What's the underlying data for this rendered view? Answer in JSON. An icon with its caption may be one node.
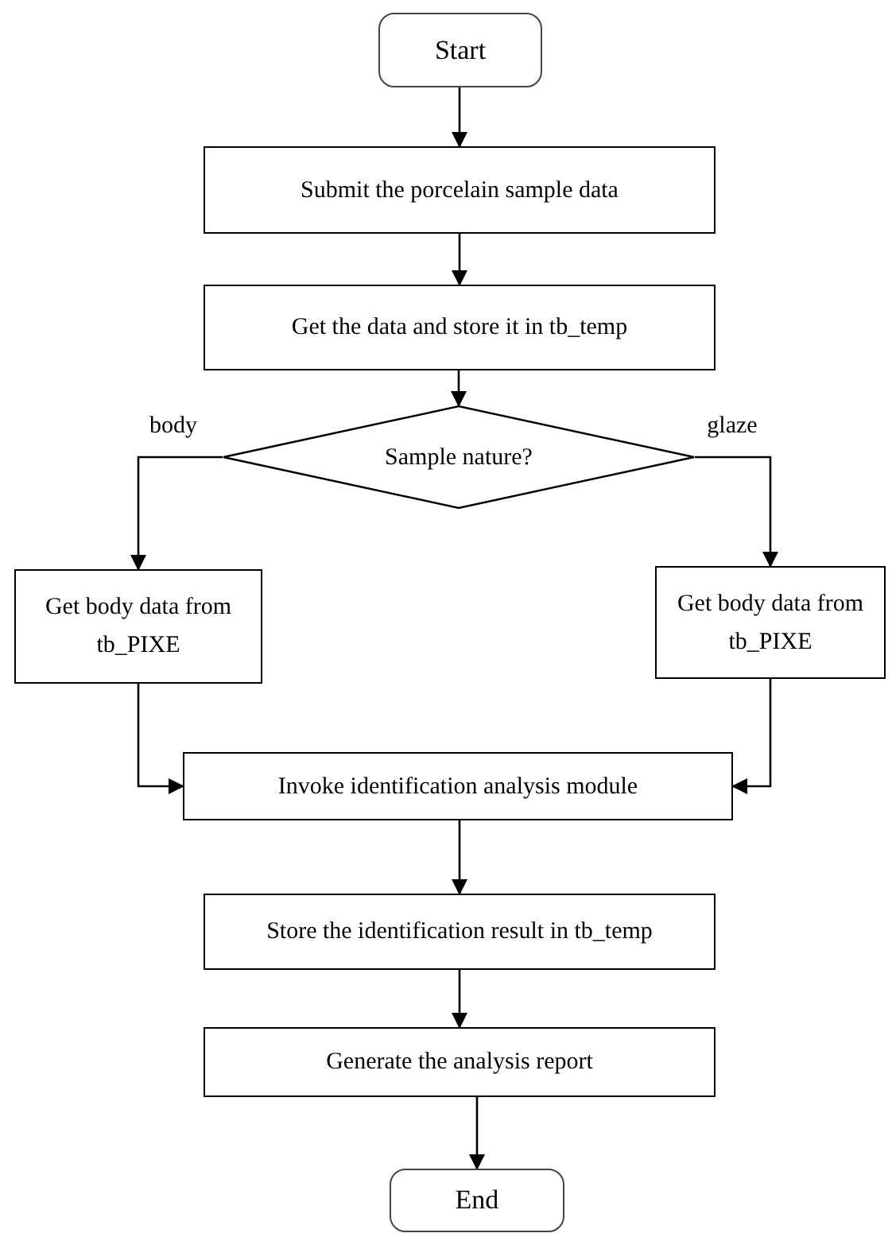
{
  "diagram": {
    "nodes": [
      {
        "text": [
          "Start"
        ]
      },
      {
        "text": [
          "Submit the porcelain sample data"
        ]
      },
      {
        "text": [
          "Get the data and store it in tb_temp"
        ]
      },
      {
        "text": [
          "Sample nature?"
        ]
      },
      {
        "text": [
          "Get body data from tb_PIXE"
        ]
      },
      {
        "text": [
          "Get body data from tb_PIXE"
        ]
      },
      {
        "text": [
          "Invoke identification analysis module"
        ]
      },
      {
        "text": [
          "Store the identification result in tb_temp"
        ]
      },
      {
        "text": [
          "Generate the analysis report"
        ]
      },
      {
        "text": [
          "End"
        ]
      }
    ],
    "edges": [
      {
        "from": 0,
        "to": 1,
        "arrow": "to"
      },
      {
        "from": 1,
        "to": 2,
        "arrow": "to"
      },
      {
        "from": 2,
        "to": 3,
        "arrow": "to"
      },
      {
        "from": 3,
        "to": 4,
        "arrow": "to",
        "label": "body"
      },
      {
        "from": 3,
        "to": 5,
        "arrow": "to",
        "label": "glaze"
      },
      {
        "from": 4,
        "to": 6,
        "arrow": "to"
      },
      {
        "from": 5,
        "to": 6,
        "arrow": "to"
      },
      {
        "from": 6,
        "to": 7,
        "arrow": "to"
      },
      {
        "from": 7,
        "to": 8,
        "arrow": "to"
      },
      {
        "from": 8,
        "to": 9,
        "arrow": "to"
      }
    ]
  }
}
